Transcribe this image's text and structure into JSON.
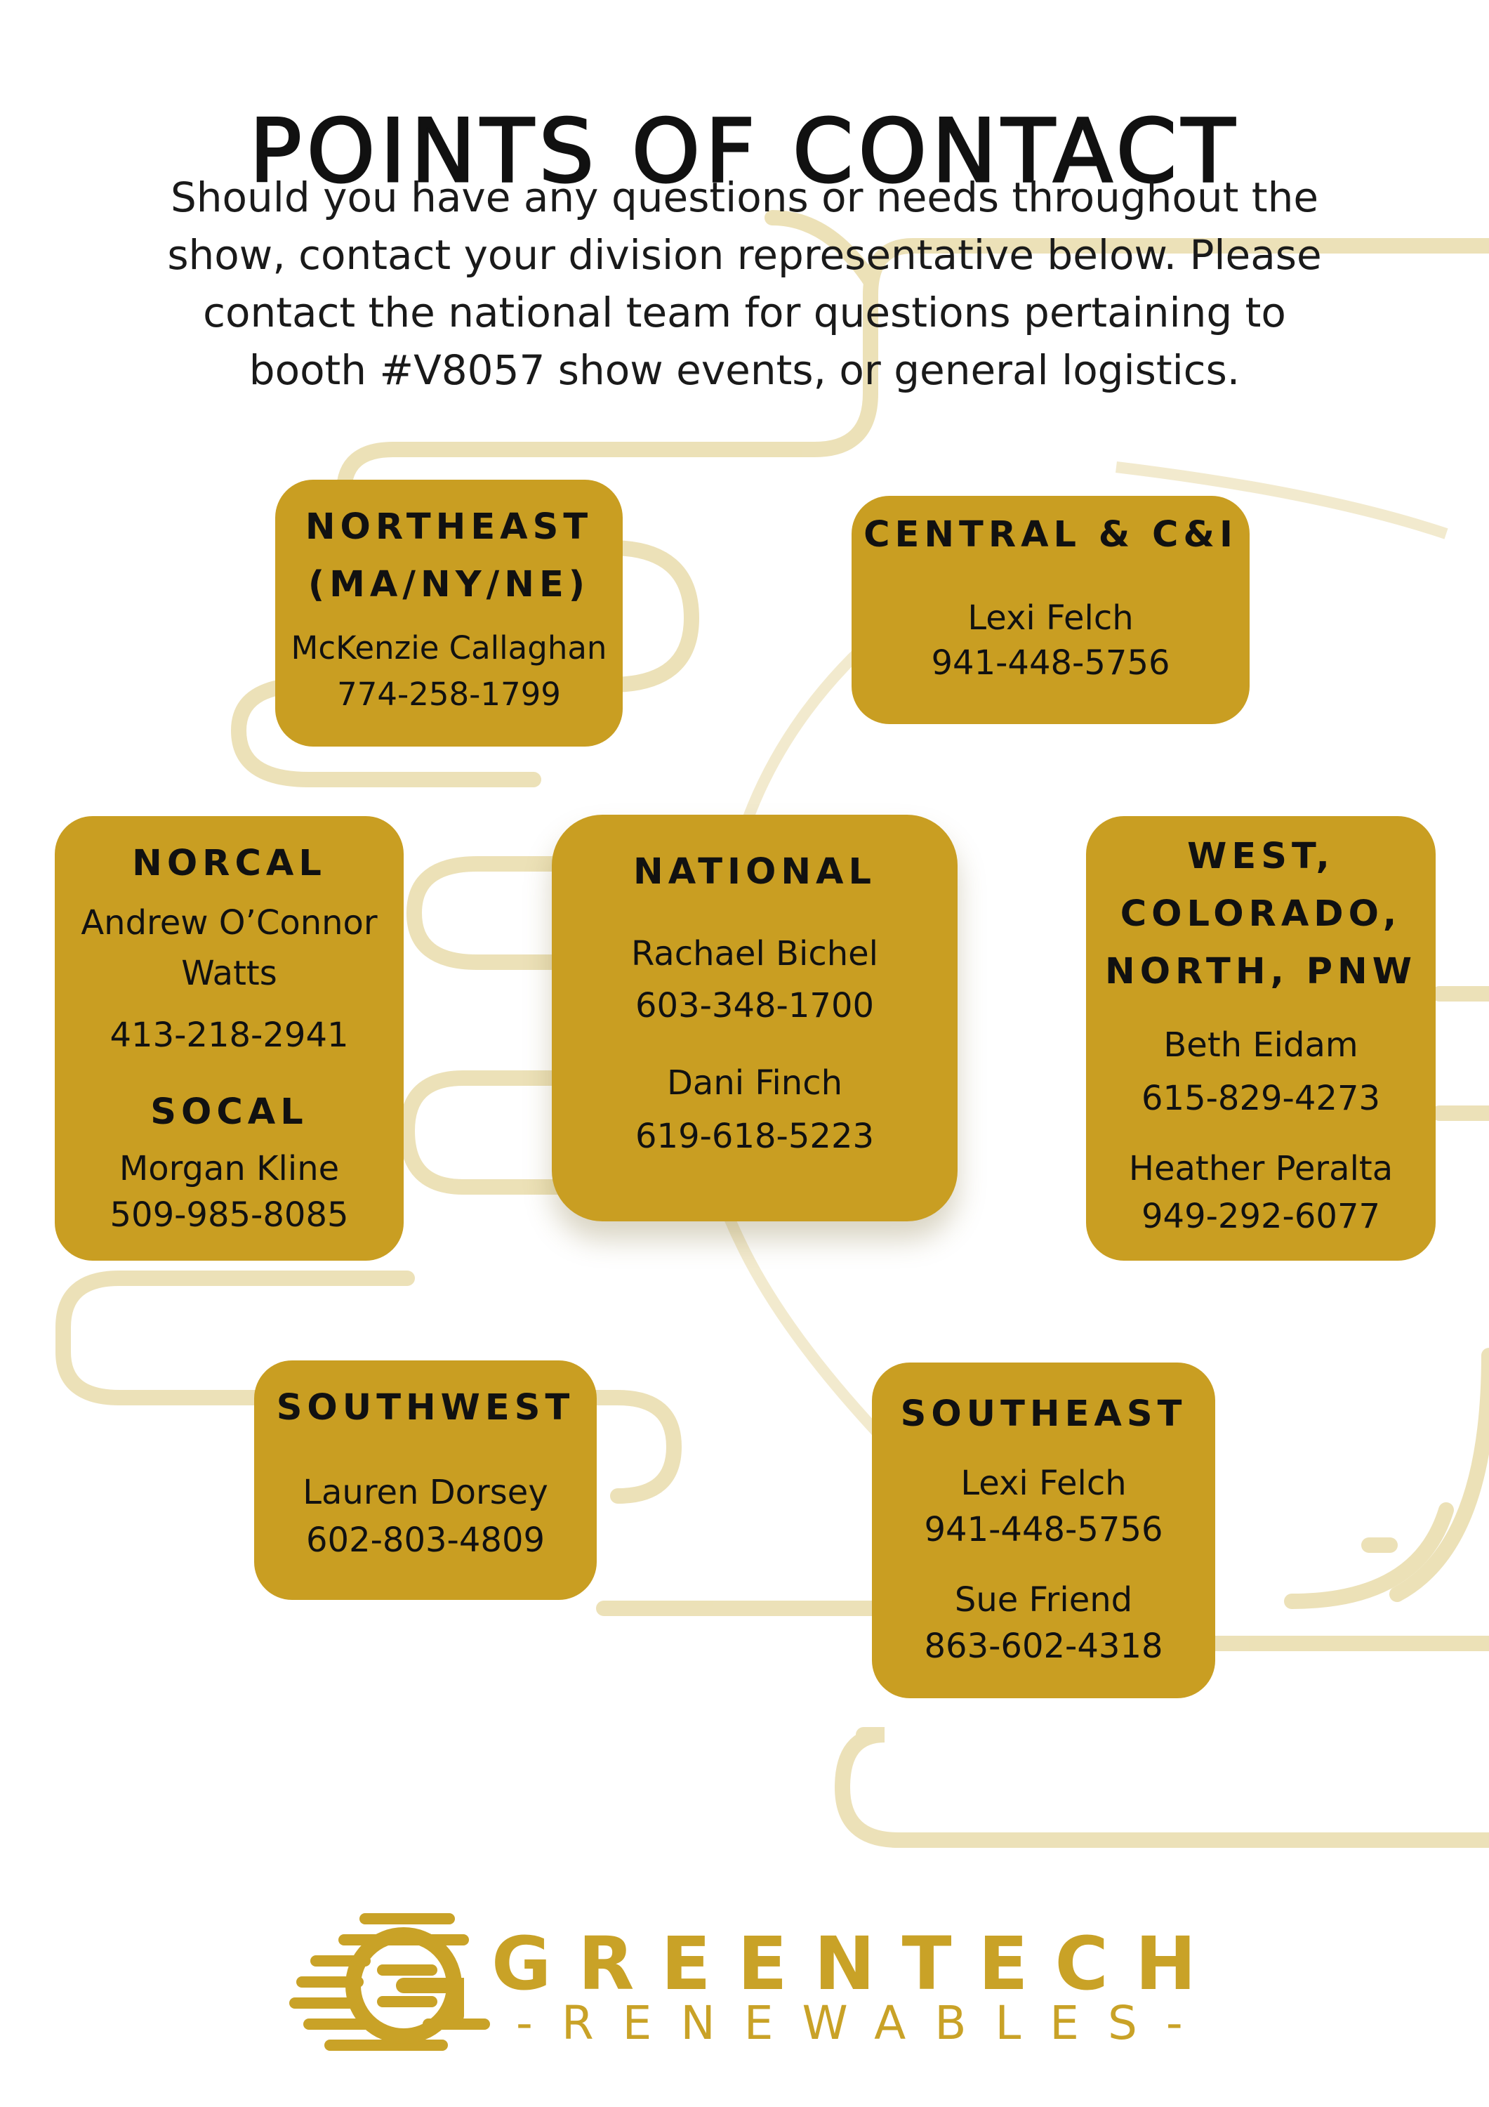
{
  "title": "POINTS OF CONTACT",
  "intro_lines": [
    "Should you have any questions or needs throughout the",
    "show, contact your division representative below. Please",
    "contact the national team for questions pertaining to",
    "booth #V8057 show events, or general logistics."
  ],
  "cards": {
    "northeast": {
      "heading_lines": [
        "NORTHEAST",
        "(MA/NY/NE)"
      ],
      "contacts": [
        {
          "name": "McKenzie Callaghan",
          "phone": "774-258-1799"
        }
      ]
    },
    "central": {
      "heading": "CENTRAL & C&I",
      "contacts": [
        {
          "name": "Lexi Felch",
          "phone": "941-448-5756"
        }
      ]
    },
    "norcal": {
      "heading": "NORCAL",
      "contacts": [
        {
          "name_lines": [
            "Andrew O’Connor",
            "Watts"
          ],
          "phone": "413-218-2941"
        }
      ]
    },
    "socal": {
      "heading": "SOCAL",
      "contacts": [
        {
          "name": "Morgan Kline",
          "phone": "509-985-8085"
        }
      ]
    },
    "national": {
      "heading": "NATIONAL",
      "contacts": [
        {
          "name": "Rachael Bichel",
          "phone": "603-348-1700"
        },
        {
          "name": "Dani Finch",
          "phone": "619-618-5223"
        }
      ]
    },
    "west": {
      "heading_lines": [
        "WEST,",
        "COLORADO,",
        "NORTH, PNW"
      ],
      "contacts": [
        {
          "name": "Beth Eidam",
          "phone": "615-829-4273"
        },
        {
          "name": "Heather Peralta",
          "phone": "949-292-6077"
        }
      ]
    },
    "southwest": {
      "heading": "SOUTHWEST",
      "contacts": [
        {
          "name": "Lauren Dorsey",
          "phone": "602-803-4809"
        }
      ]
    },
    "southeast": {
      "heading": "SOUTHEAST",
      "contacts": [
        {
          "name": "Lexi Felch",
          "phone": "941-448-5756"
        },
        {
          "name": "Sue Friend",
          "phone": "863-602-4318"
        }
      ]
    }
  },
  "logo": {
    "main": "GREENTECH",
    "sub": "-RENEWABLES-"
  },
  "colors": {
    "card_fill": "#c99e22",
    "decor_gold": "#e6d6a0",
    "logo_gold": "#c9a227",
    "text": "#111111"
  }
}
